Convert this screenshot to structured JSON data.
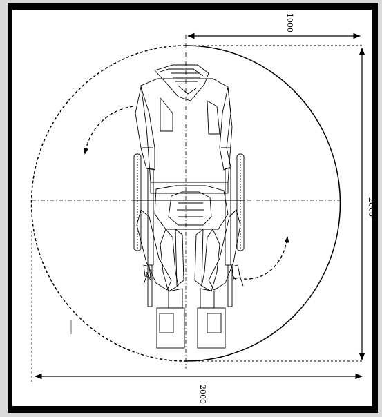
{
  "dimensions": {
    "top_width": "1000",
    "right_height": "2000",
    "bottom_width": "2000"
  },
  "colors": {
    "frame": "#000000",
    "sheet": "#ffffff",
    "page": "#d9d9d9",
    "ink": "#000000"
  },
  "icons": {
    "rotation_arrows": "curved-arrow-icon",
    "wheelchair": "wheelchair-user-icon"
  }
}
